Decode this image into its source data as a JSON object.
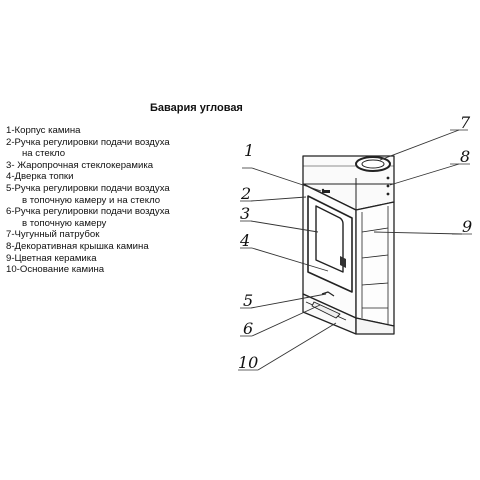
{
  "title": "Бавария угловая",
  "legend": [
    "1-Корпус камина",
    "2-Ручка регулировки подачи воздуха",
    "      на стекло",
    "3- Жаропрочная стеклокерамика",
    "4-Дверка топки",
    "5-Ручка регулировки подачи воздуха",
    "      в топочную камеру и на стекло",
    "6-Ручка регулировки подачи воздуха",
    "      в топочную камеру",
    "7-Чугунный патрубок",
    "8-Декоративная крышка камина",
    "9-Цветная керамика",
    "10-Основание камина"
  ],
  "callouts": [
    "1",
    "2",
    "3",
    "4",
    "5",
    "6",
    "7",
    "8",
    "9",
    "10"
  ]
}
